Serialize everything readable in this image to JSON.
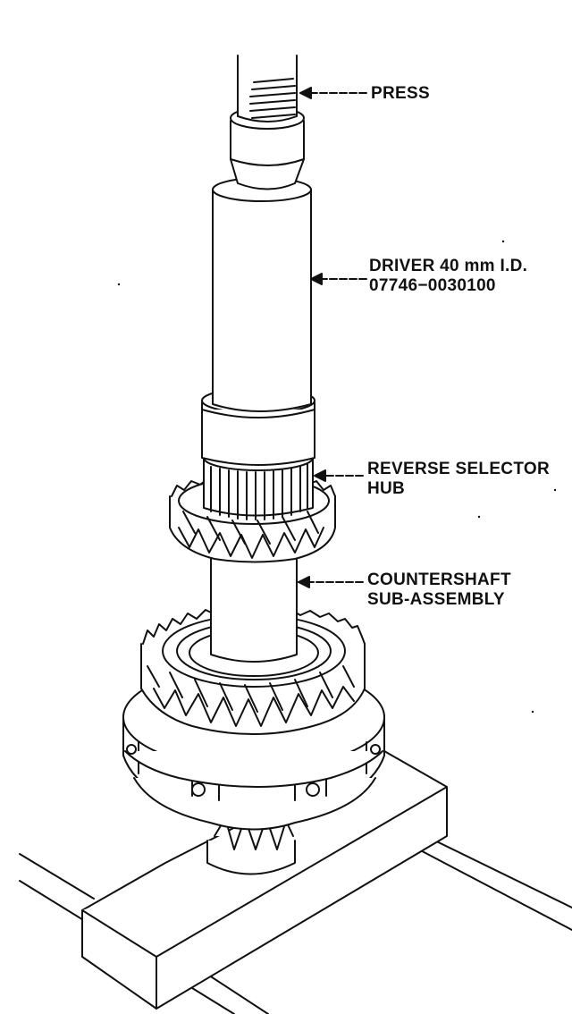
{
  "callouts": {
    "press": {
      "lines": [
        "PRESS"
      ]
    },
    "driver": {
      "lines": [
        "DRIVER  40 mm I.D.",
        "07746−0030100"
      ]
    },
    "reverse_selector_hub": {
      "lines": [
        "REVERSE SELECTOR",
        "HUB"
      ]
    },
    "countershaft_sub_assembly": {
      "lines": [
        "COUNTERSHAFT",
        "SUB-ASSEMBLY"
      ]
    }
  },
  "colors": {
    "ink": "#111111",
    "paper": "#ffffff"
  }
}
